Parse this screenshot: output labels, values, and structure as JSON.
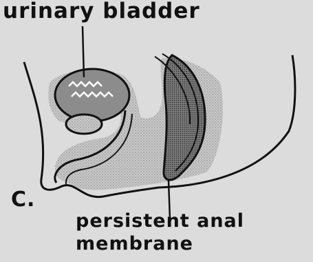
{
  "figure": {
    "labels": {
      "urinary_bladder": "urinary bladder",
      "panel": "C.",
      "anal_membrane_line1": "persistent anal",
      "anal_membrane_line2": "membrane"
    },
    "colors": {
      "background": "#dcdcdc",
      "ink": "#111111",
      "tissue_fill": "#b8b8b8",
      "rectum_fill": "#6e6e6e"
    }
  }
}
